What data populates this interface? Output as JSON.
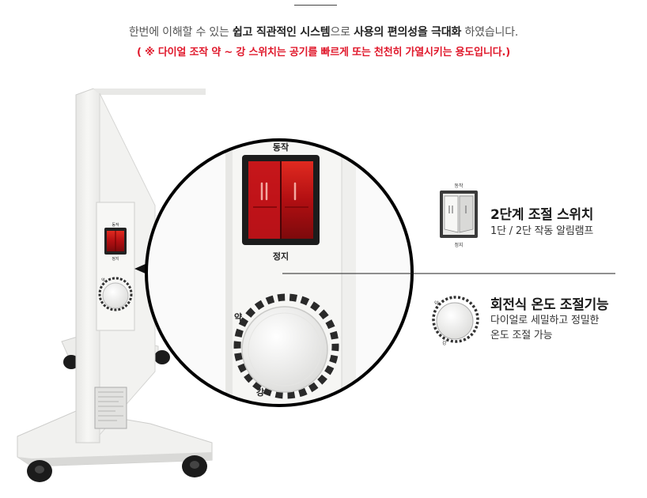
{
  "header": {
    "intro_part1": "한번에 이해할 수 있는 ",
    "intro_bold1": "쉽고 직관적인 시스템",
    "intro_part2": "으로 ",
    "intro_bold2": "사용의 편의성을 극대화",
    "intro_part3": " 하였습니다.",
    "note": "( ※ 다이얼 조작 약 ~ 강 스위치는 공기를 빠르게 또는 천천히 가열시키는 용도입니다.)"
  },
  "device_labels": {
    "switch_top": "동작",
    "switch_bottom": "정지",
    "dial_low": "약",
    "dial_high": "강",
    "small_switch_top": "동작",
    "small_switch_bottom": "정지",
    "small_dial_low": "약",
    "small_dial_high": "강"
  },
  "features": [
    {
      "title": "2단계 조절 스위치",
      "desc_line1": "1단 / 2단 작동 알림램프",
      "desc_line2": ""
    },
    {
      "title": "회전식 온도 조절기능",
      "desc_line1": "다이얼로 세밀하고 정밀한",
      "desc_line2": "온도 조절 가능"
    }
  ],
  "colors": {
    "note_red": "#e0182b",
    "switch_red": "#c0111b",
    "body_white": "#f4f4f2",
    "wheel_black": "#1b1b1b"
  }
}
